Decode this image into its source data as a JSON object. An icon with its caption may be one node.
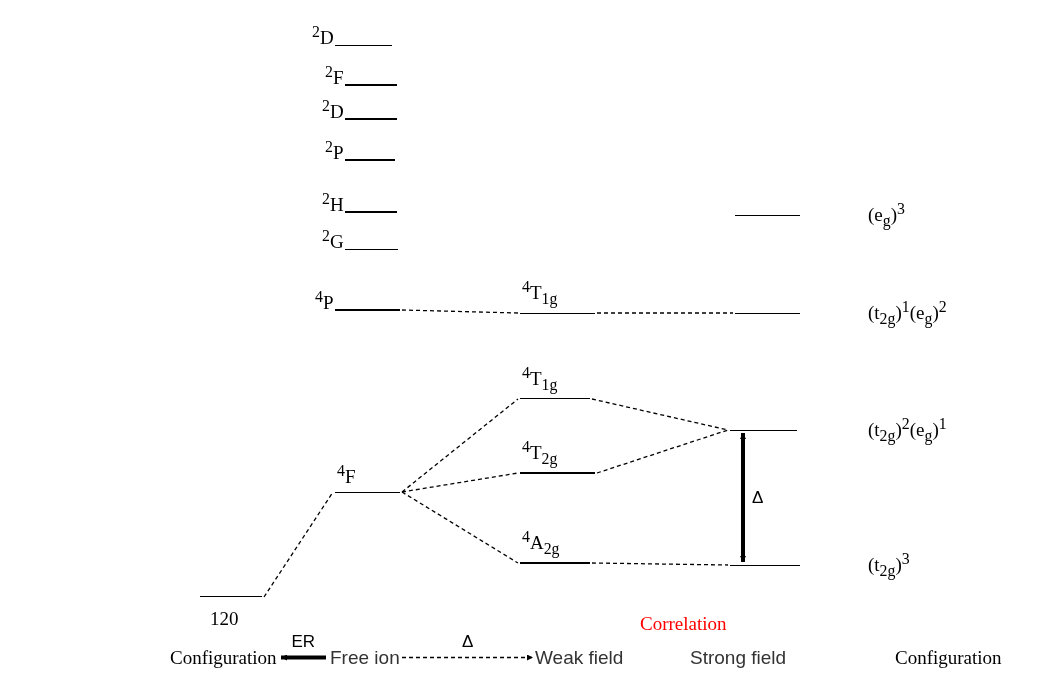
{
  "diagram": {
    "nodes": [
      {
        "text": [
          "$^{2}$D"
        ]
      },
      {
        "text": [
          "$^{2}$F"
        ]
      },
      {
        "text": [
          "$^{2}$D"
        ]
      },
      {
        "text": [
          "$^{2}$P"
        ]
      },
      {
        "text": [
          "$^{2}$H"
        ]
      },
      {
        "text": [
          "(e$_{g}$)$^{3}$"
        ]
      },
      {
        "text": [
          "$^{2}$G"
        ]
      },
      {
        "text": [
          "$^{4}$P"
        ]
      },
      {
        "text": [
          "$^{4}$T$_{1g}$"
        ]
      },
      {
        "text": [
          "(t$_{2g}$)$^{1}$(e$_{g}$)$^{2}$"
        ]
      },
      {
        "text": [
          "$^{4}$T$_{1g}$"
        ]
      },
      {
        "text": [
          "(t$_{2g}$)$^{2}$(e$_{g}$)$^{1}$"
        ]
      },
      {
        "text": [
          "$^{4}$T$_{2g}$"
        ]
      },
      {
        "text": [
          "$^{4}$F"
        ]
      },
      {
        "text": [
          "$^{4}$A$_{2g}$"
        ]
      },
      {
        "text": [
          "(t$_{2g}$)$^{3}$"
        ]
      },
      {
        "text": [],
        "shape": "bar",
        "beside": [
          "120"
        ]
      },
      {
        "text": [
          "Configuration"
        ]
      },
      {
        "text": [
          "Free ion"
        ]
      },
      {
        "text": [
          "Weak field"
        ]
      },
      {
        "text": [
          "Strong field"
        ]
      },
      {
        "text": [
          "Configuration"
        ]
      }
    ],
    "edges": [
      {
        "from": 7,
        "to": 8,
        "arrow": "none",
        "style": "dashed"
      },
      {
        "from": 8,
        "to": 9,
        "arrow": "none",
        "style": "dashed"
      },
      {
        "from": 16,
        "to": 13,
        "arrow": "none",
        "style": "dashed"
      },
      {
        "from": 13,
        "to": 10,
        "arrow": "none",
        "style": "dashed"
      },
      {
        "from": 13,
        "to": 12,
        "arrow": "none",
        "style": "dashed"
      },
      {
        "from": 13,
        "to": 14,
        "arrow": "none",
        "style": "dashed"
      },
      {
        "from": 10,
        "to": 11,
        "arrow": "none",
        "style": "dashed"
      },
      {
        "from": 12,
        "to": 11,
        "arrow": "none",
        "style": "dashed"
      },
      {
        "from": 14,
        "to": 15,
        "arrow": "none",
        "style": "dashed"
      },
      {
        "from": 11,
        "to": 15,
        "arrow": "both",
        "label": "Δ",
        "style": "thick"
      },
      {
        "from": 18,
        "to": 17,
        "arrow": "to",
        "label": "ER",
        "style": "thick"
      },
      {
        "from": 18,
        "to": 19,
        "arrow": "to",
        "label": "Δ",
        "style": "dashed"
      }
    ],
    "labels": [
      "Correlation"
    ]
  }
}
